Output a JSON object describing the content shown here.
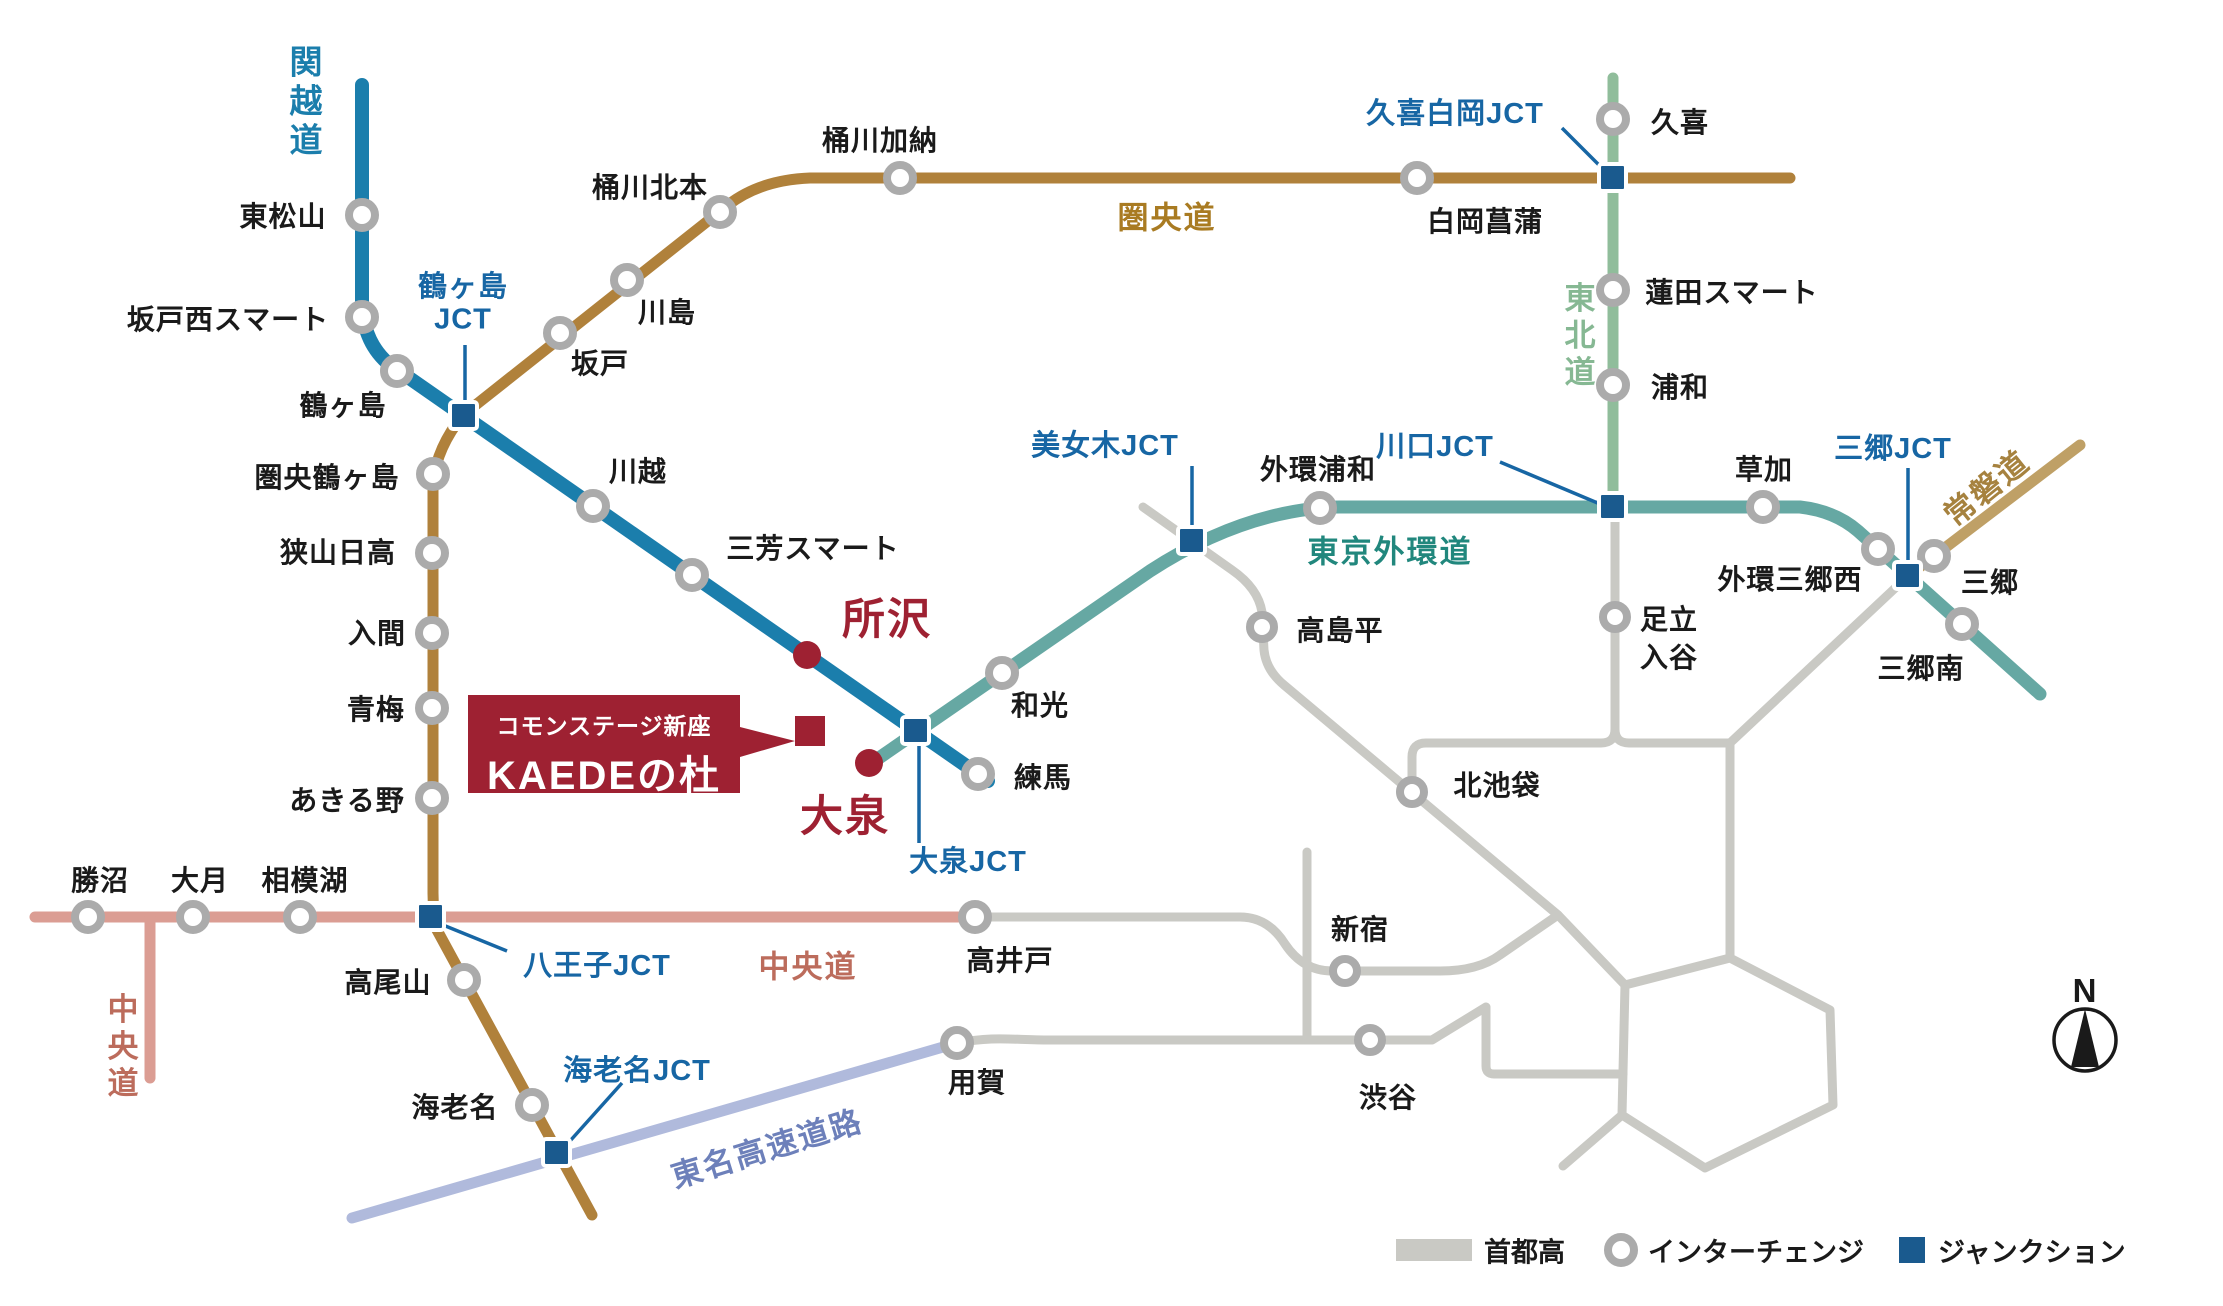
{
  "map": {
    "routes": {
      "kanetsu": {
        "label": "関越道",
        "color": "#1B7EAC"
      },
      "keno": {
        "label": "圏央道",
        "color": "#B0813B",
        "label_color": "#A97B22"
      },
      "tohoku": {
        "label": "東北道",
        "color": "#90BD9B",
        "label_color": "#86B893"
      },
      "gaikan": {
        "label": "東京外環道",
        "color": "#66A8A3",
        "label_color": "#21877D"
      },
      "chuo": {
        "label": "中央道",
        "color": "#DB9D93",
        "label_color": "#BC6C5C"
      },
      "tomei": {
        "label": "東名高速道路",
        "color": "#B0BADC",
        "label_color": "#6D80BA"
      },
      "joban": {
        "label": "常磐道",
        "color": "#BFA066",
        "label_color": "#A6823F"
      },
      "shuto": {
        "label": "首都高",
        "color": "#C9C9C4"
      }
    },
    "stations": {
      "higashimatsuyama": "東松山",
      "sakadonishi": "坂戸西スマート",
      "tsurugashima": "鶴ヶ島",
      "kenotsurugashima": "圏央鶴ヶ島",
      "sayamahidaka": "狭山日高",
      "iruma": "入間",
      "ome": "青梅",
      "akiruno": "あきる野",
      "sakado": "坂戸",
      "kawajima": "川島",
      "okegawakitamoto": "桶川北本",
      "okegawakano": "桶川加納",
      "shiraokashobu": "白岡菖蒲",
      "kuki": "久喜",
      "hasuda": "蓮田スマート",
      "urawa": "浦和",
      "kawagoe": "川越",
      "miyoshi": "三芳スマート",
      "tokorozawa": "所沢",
      "oizumi": "大泉",
      "wako": "和光",
      "nerima": "練馬",
      "gaikanurawa": "外環浦和",
      "soka": "草加",
      "gaikanmisatonishi": "外環三郷西",
      "misato": "三郷",
      "misatominami": "三郷南",
      "takashimadaira": "高島平",
      "adachiiriya": "足立入谷",
      "kitaikebukuro": "北池袋",
      "shinjuku": "新宿",
      "shibuya": "渋谷",
      "takaido": "高井戸",
      "yoga": "用賀",
      "takaosan": "高尾山",
      "katsunuma": "勝沼",
      "otsuki": "大月",
      "sagamiko": "相模湖",
      "ebina": "海老名"
    },
    "junctions": {
      "tsurugashima_l1": "鶴ヶ島",
      "tsurugashima_l2": "JCT",
      "kukishiraoka": "久喜白岡JCT",
      "kawaguchi": "川口JCT",
      "bijogi": "美女木JCT",
      "oizumi": "大泉JCT",
      "misato": "三郷JCT",
      "hachioji": "八王子JCT",
      "ebina": "海老名JCT"
    },
    "property": {
      "line1": "コモンステージ新座",
      "line2": "KAEDEの杜",
      "color": "#9E2132"
    },
    "legend": {
      "shuto": "首都高",
      "interchange": "インターチェンジ",
      "junction": "ジャンクション"
    },
    "compass": {
      "north": "N"
    }
  }
}
